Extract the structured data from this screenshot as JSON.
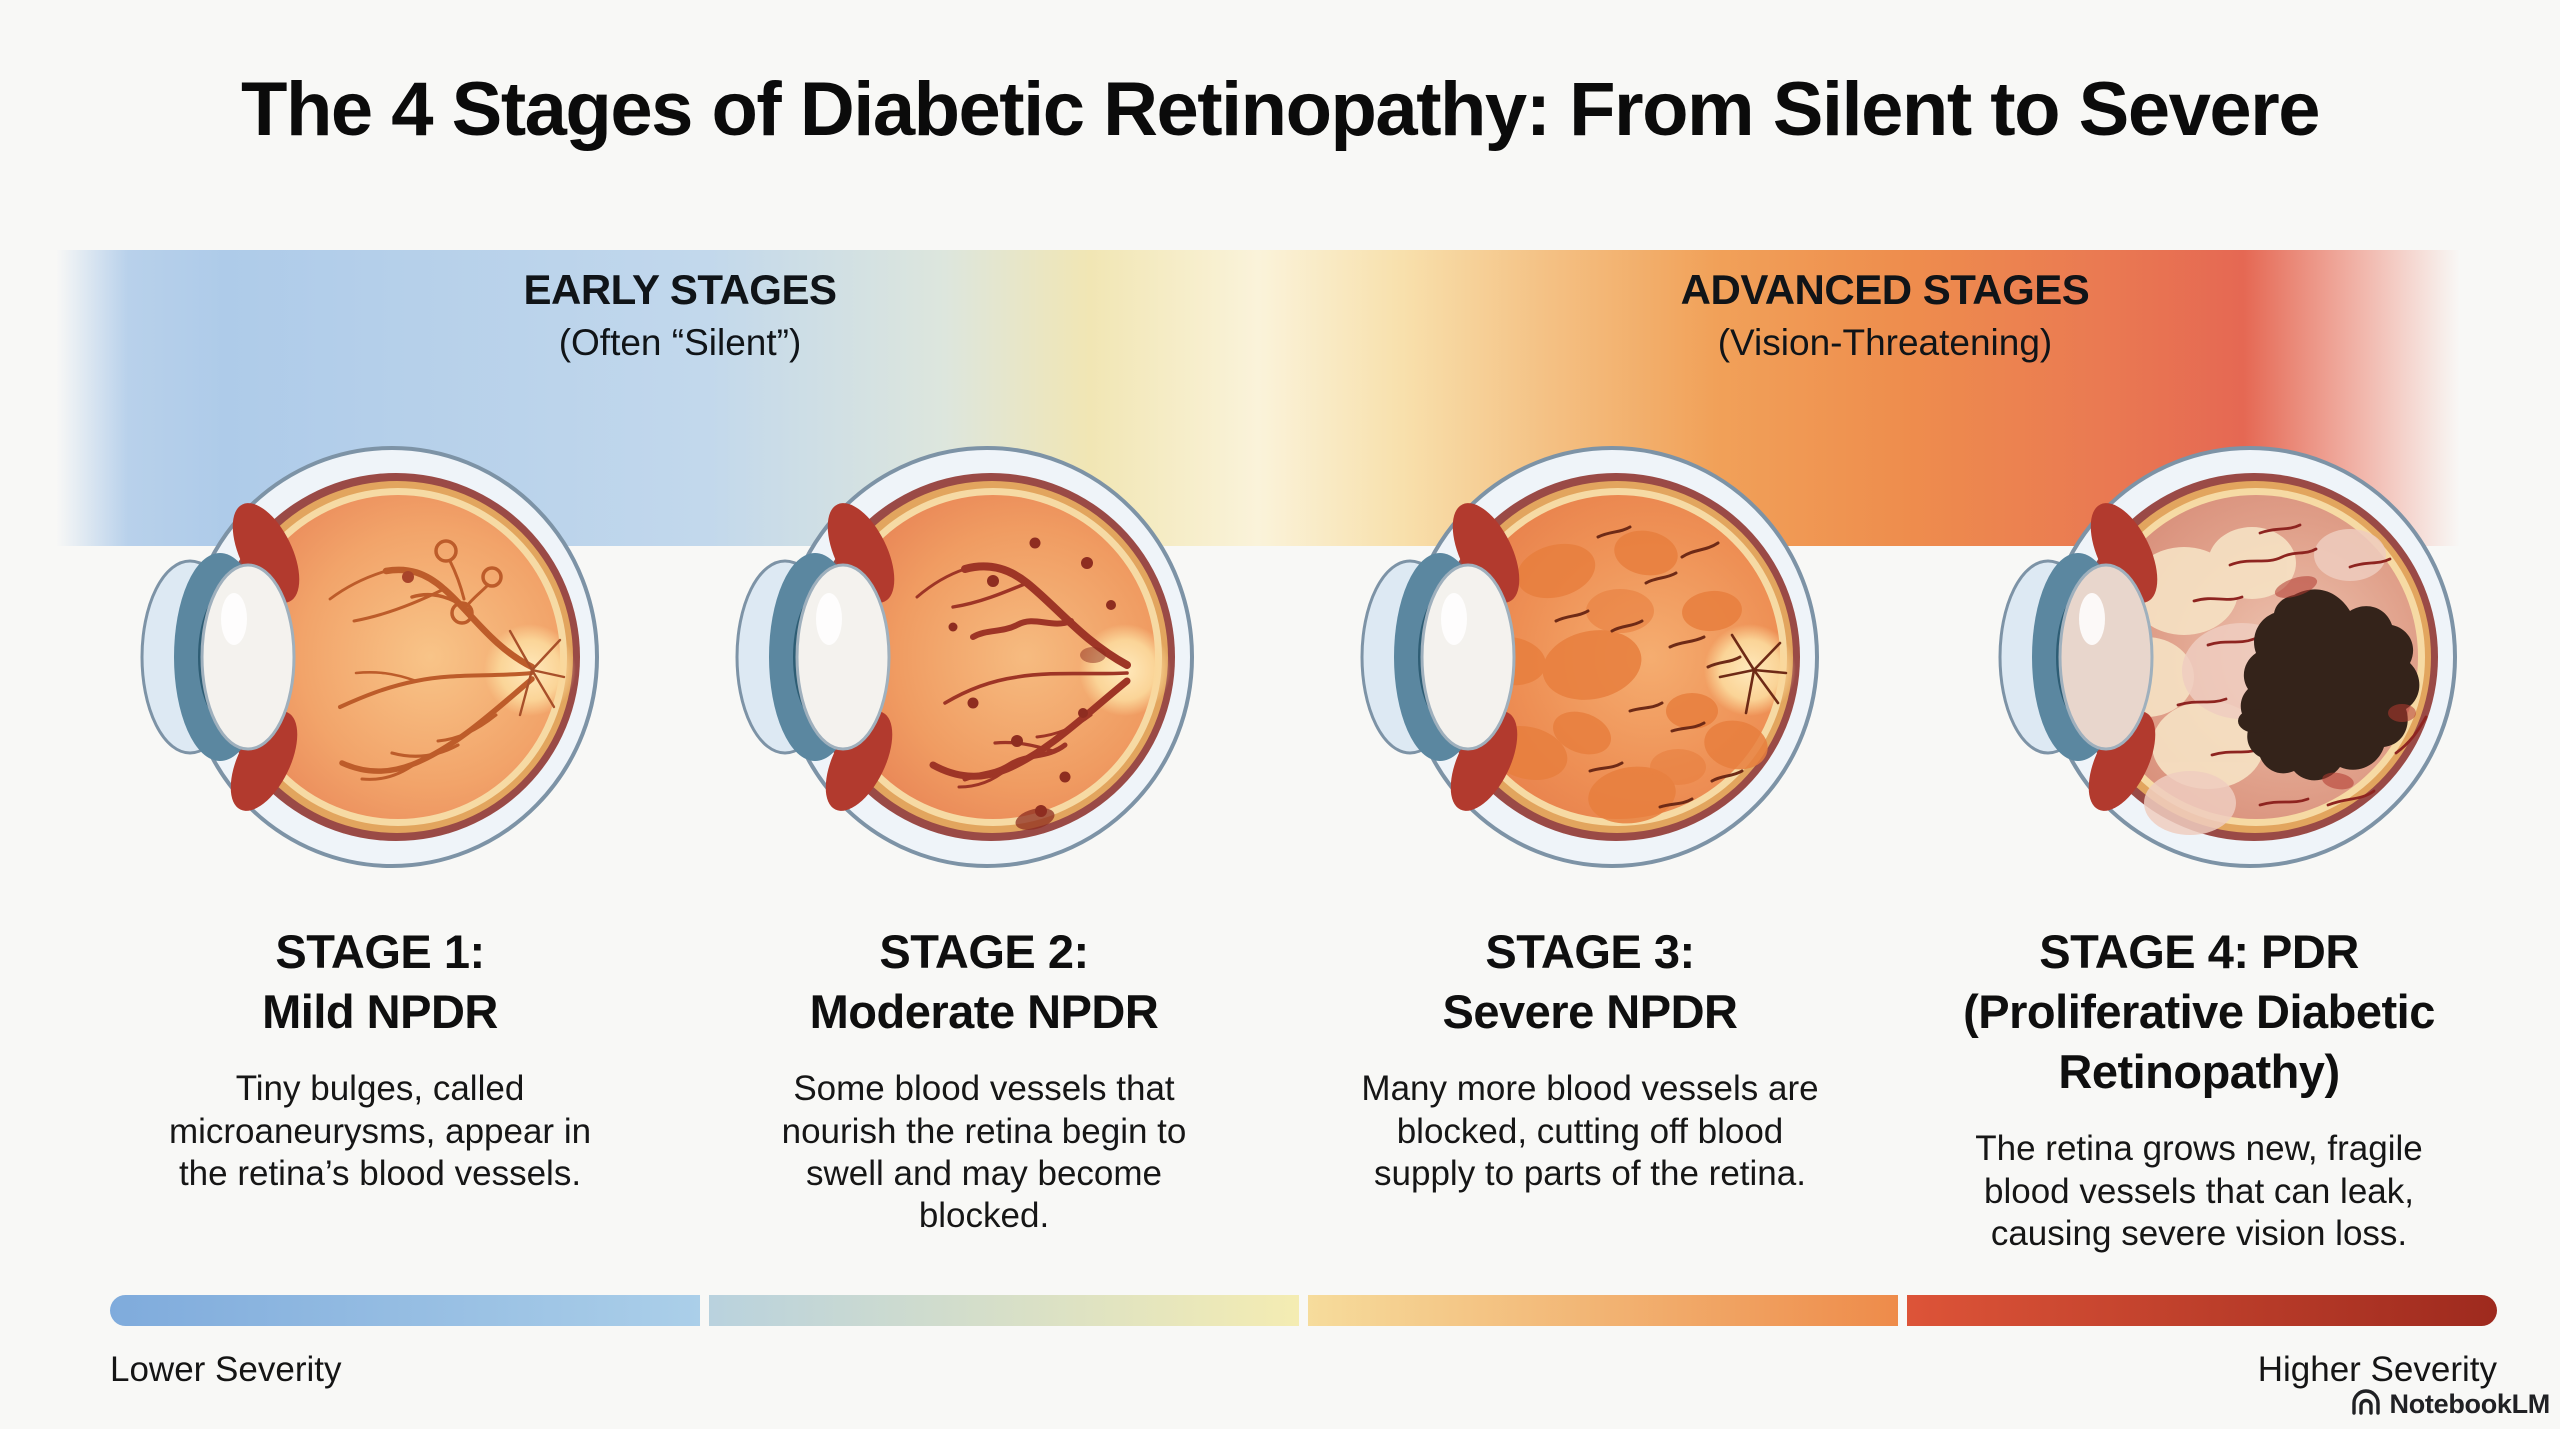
{
  "title": "The 4 Stages of Diabetic Retinopathy: From Silent to Severe",
  "sections": {
    "early": {
      "label": "EARLY STAGES",
      "sublabel": "(Often “Silent”)"
    },
    "advanced": {
      "label": "ADVANCED STAGES",
      "sublabel": "(Vision-Threatening)"
    }
  },
  "stages": [
    {
      "id": 1,
      "severity_level": 1,
      "eye_illustration": "eye-cross-section-mild-npdr",
      "heading_lines": [
        "STAGE 1:",
        "Mild NPDR"
      ],
      "description_lines": [
        "Tiny bulges, called",
        "microaneurysms, appear in",
        "the retina’s blood vessels."
      ]
    },
    {
      "id": 2,
      "severity_level": 2,
      "eye_illustration": "eye-cross-section-moderate-npdr",
      "heading_lines": [
        "STAGE 2:",
        "Moderate NPDR"
      ],
      "description_lines": [
        "Some blood vessels that",
        "nourish the retina begin to",
        "swell and may become",
        "blocked."
      ]
    },
    {
      "id": 3,
      "severity_level": 3,
      "eye_illustration": "eye-cross-section-severe-npdr",
      "heading_lines": [
        "STAGE 3:",
        "Severe NPDR"
      ],
      "description_lines": [
        "Many more blood vessels are",
        "blocked, cutting off blood",
        "supply to parts of the retina."
      ]
    },
    {
      "id": 4,
      "severity_level": 4,
      "eye_illustration": "eye-cross-section-pdr",
      "heading_lines": [
        "STAGE 4: PDR",
        "(Proliferative Diabetic",
        "Retinopathy)"
      ],
      "description_lines": [
        "The retina grows new, fragile",
        "blood vessels that can leak,",
        "causing severe vision loss."
      ]
    }
  ],
  "severity_scale": {
    "lower_label": "Lower Severity",
    "higher_label": "Higher Severity",
    "segments": [
      {
        "from": "#7fabdc",
        "to": "#abcfe9"
      },
      {
        "from": "#b9d2de",
        "to": "#f4ecb2"
      },
      {
        "from": "#f6dc9c",
        "to": "#ee8b4a"
      },
      {
        "from": "#dd5438",
        "to": "#9e2a1e"
      }
    ]
  },
  "band_colors": {
    "start": "#aecbe9",
    "mid": "#f1a159",
    "end": "#e56853"
  },
  "watermark": {
    "label": "NotebookLM"
  }
}
